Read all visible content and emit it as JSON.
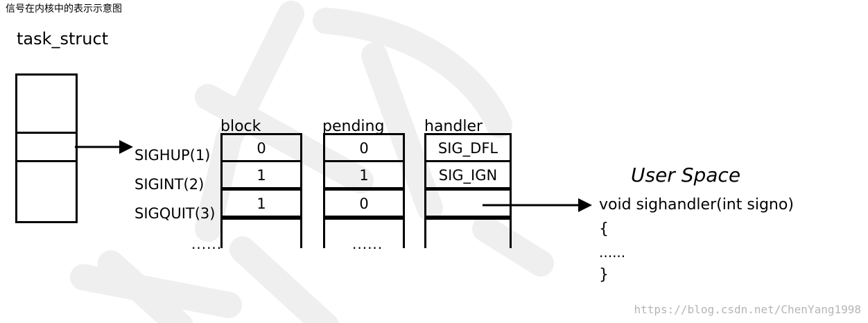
{
  "caption": "信号在内核中的表示示意图",
  "task_struct_label": "task_struct",
  "signals": [
    "SIGHUP(1)",
    "SIGINT(2)",
    "SIGQUIT(3)"
  ],
  "signal_ellipsis": "......",
  "columns": {
    "block": {
      "header": "block",
      "values": [
        "0",
        "1",
        "1"
      ],
      "ellipsis": ""
    },
    "pending": {
      "header": "pending",
      "values": [
        "0",
        "1",
        "0"
      ],
      "ellipsis": "......"
    },
    "handler": {
      "header": "handler",
      "values": [
        "SIG_DFL",
        "SIG_IGN",
        ""
      ],
      "ellipsis": ""
    }
  },
  "user_space": {
    "title": "User Space",
    "function_signature": "void sighandler(int signo)",
    "open_brace": "{",
    "body_ellipsis": "......",
    "close_brace": "}"
  },
  "watermark_url": "https://blog.csdn.net/ChenYang1998"
}
